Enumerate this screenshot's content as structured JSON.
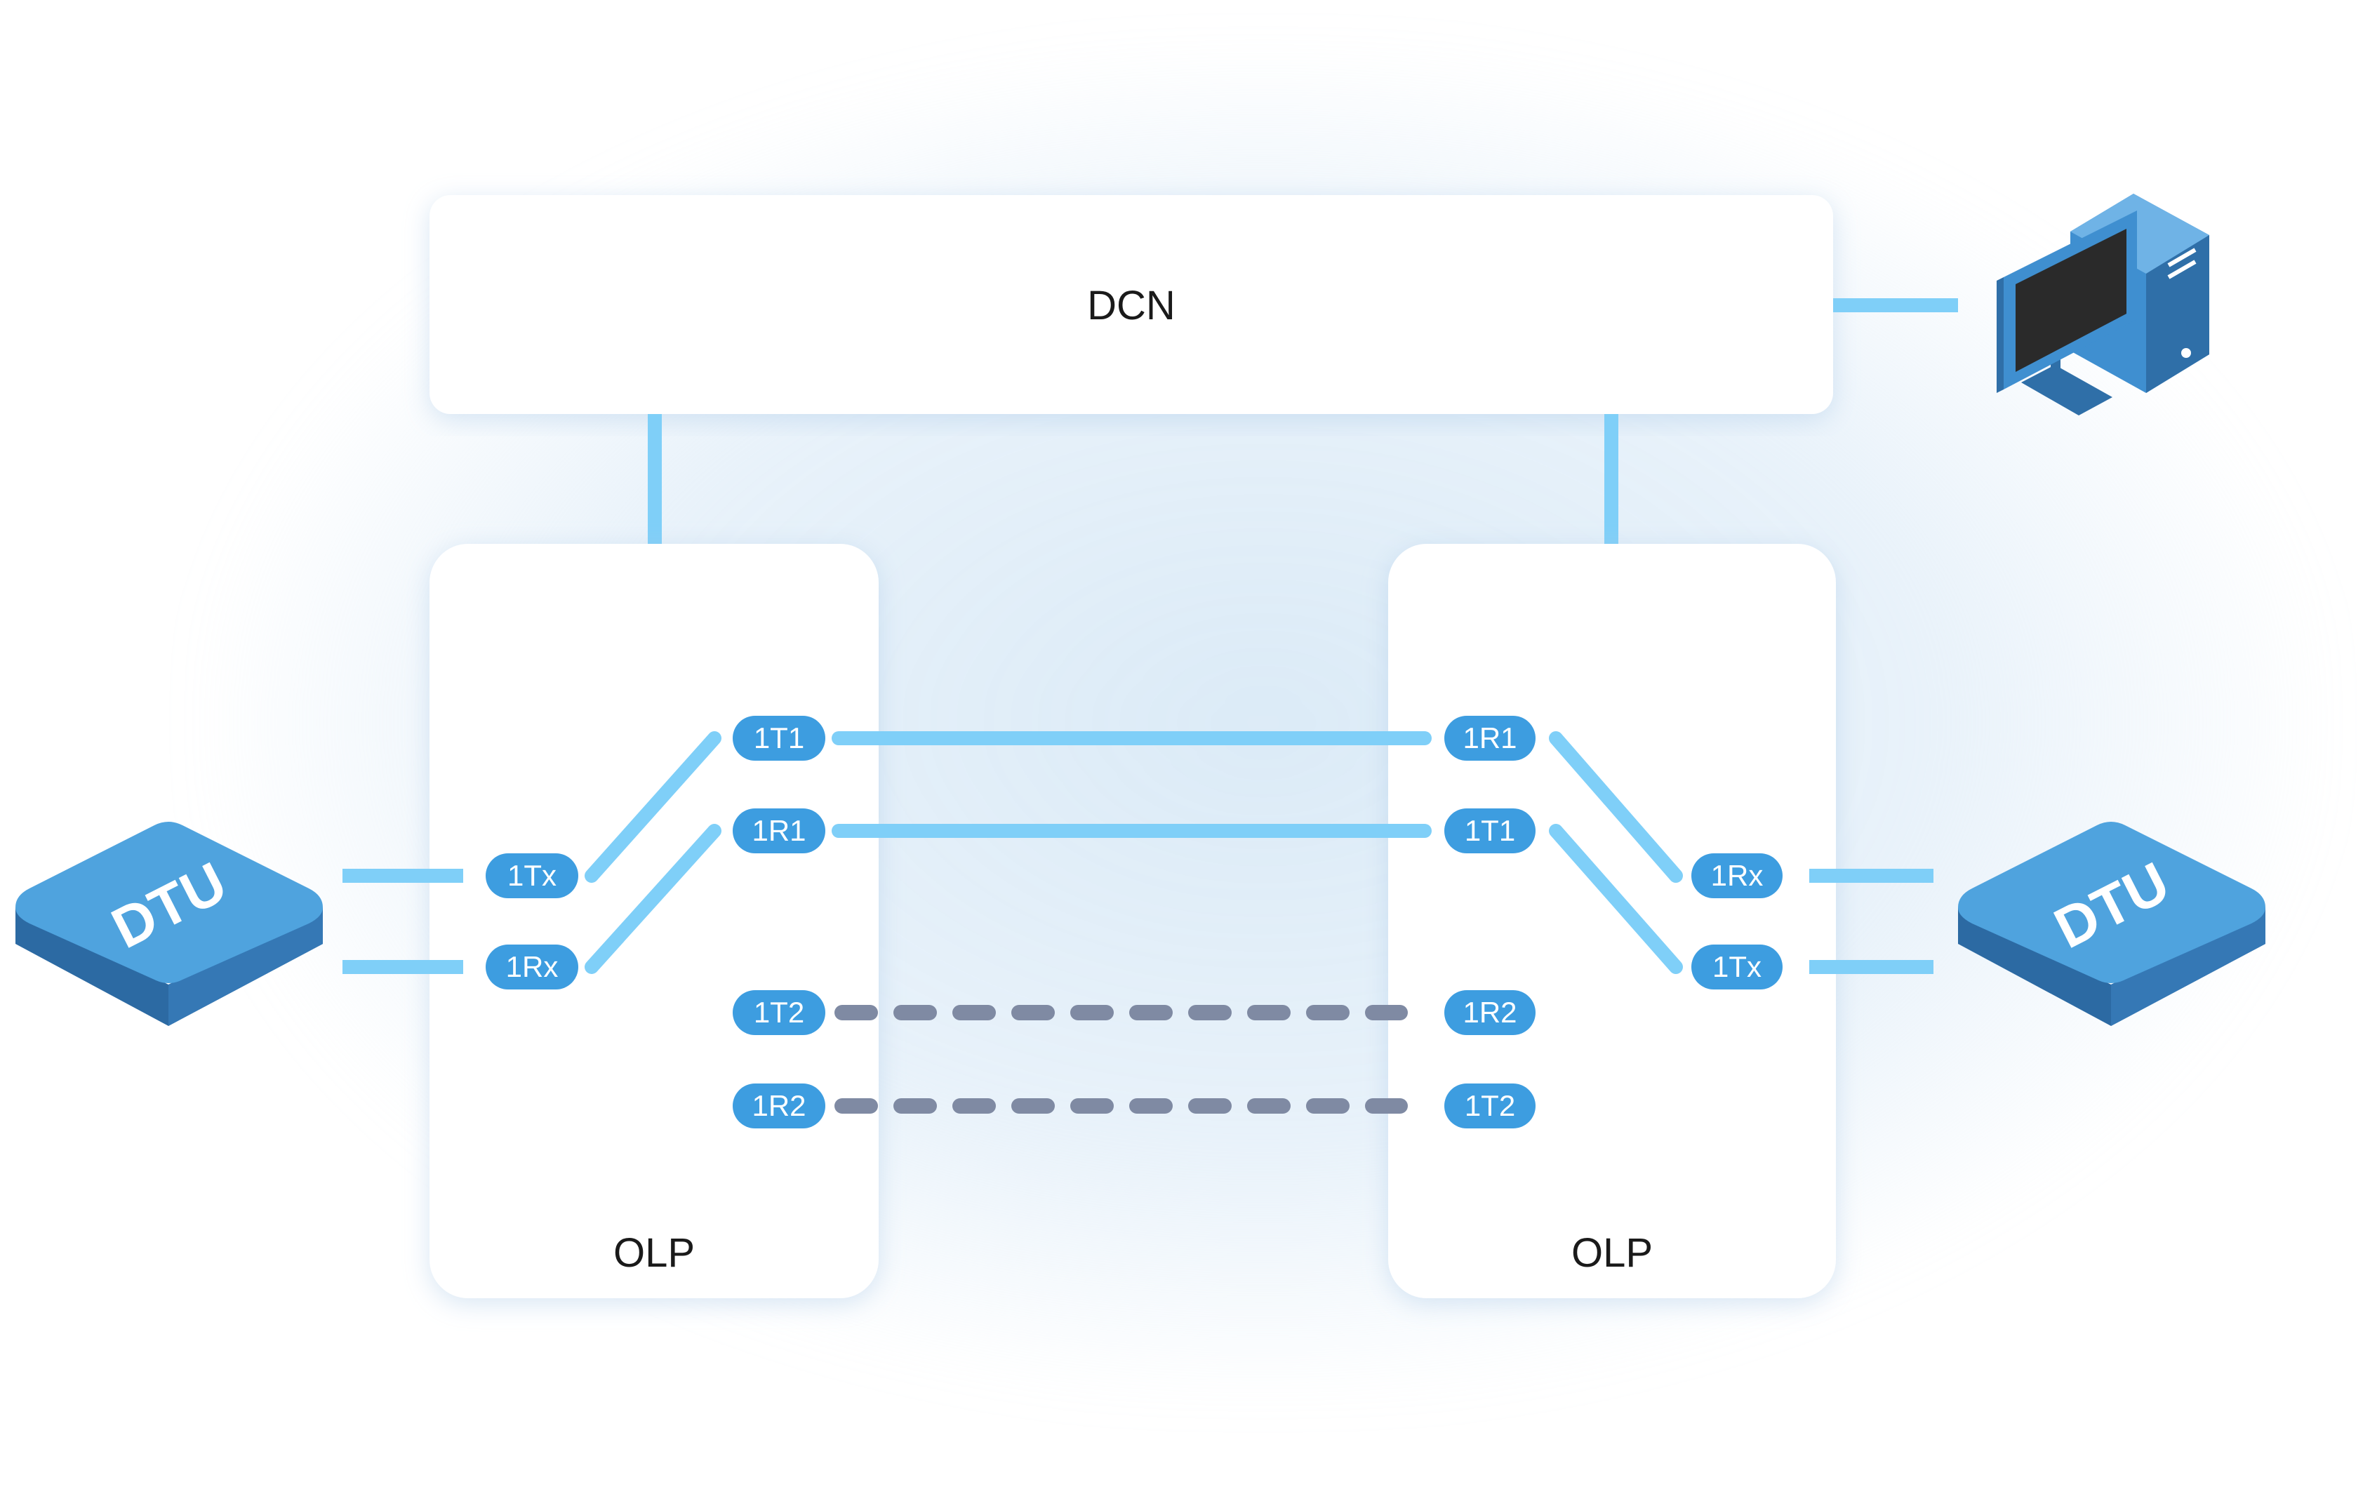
{
  "dcn": {
    "label": "DCN"
  },
  "olp_left": {
    "label": "OLP"
  },
  "olp_right": {
    "label": "OLP"
  },
  "dtu_left": {
    "label": "DTU"
  },
  "dtu_right": {
    "label": "DTU"
  },
  "ports_left": {
    "tx": "1Tx",
    "rx": "1Rx",
    "t1": "1T1",
    "r1": "1R1",
    "t2": "1T2",
    "r2": "1R2"
  },
  "ports_right": {
    "r1": "1R1",
    "t1": "1T1",
    "r2": "1R2",
    "t2": "1T2",
    "rx": "1Rx",
    "tx": "1Tx"
  },
  "colors": {
    "port": "#3d9de0",
    "active_link": "#7fcff8",
    "standby_link": "#7f8aa3",
    "dtu_top": "#4fa3de",
    "dtu_side": "#2c6aa3",
    "computer": "#3f8fd0"
  },
  "icons": {
    "management_station": "computer-icon"
  }
}
